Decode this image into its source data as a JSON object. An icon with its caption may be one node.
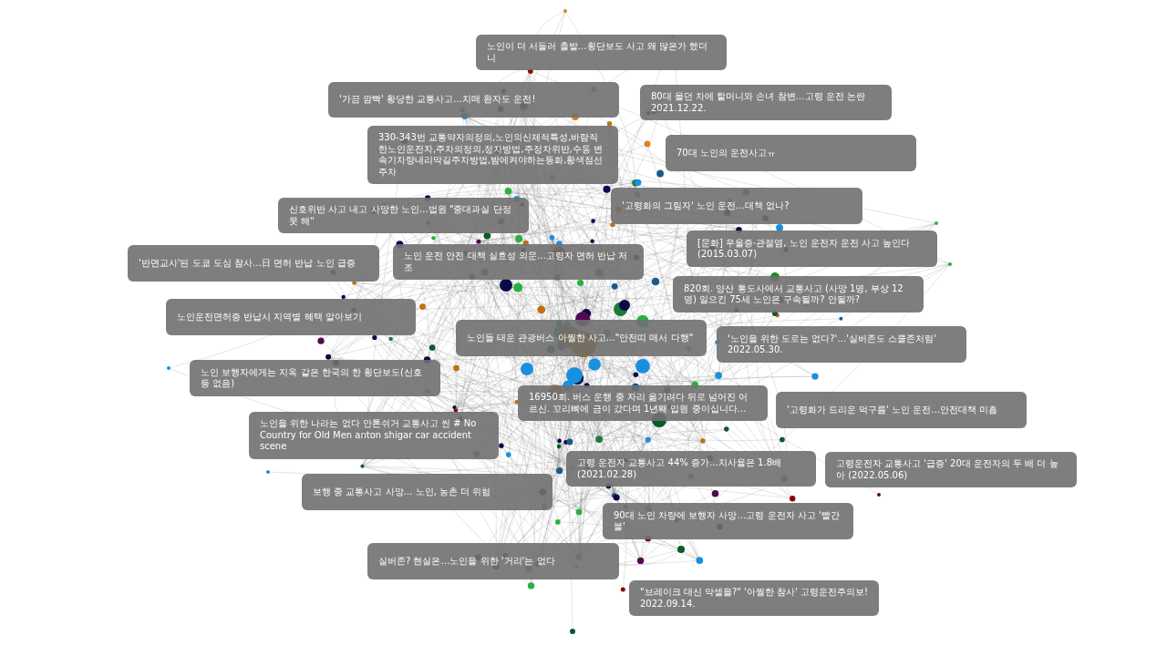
{
  "diagram": {
    "nodes": [
      {
        "text": [
          "노인이 더 서둘러 출발…횡단보도 사고 왜 많은가 했더니"
        ]
      },
      {
        "text": [
          "'가끔 깜빡' 황당한 교통사고…치매 환자도 운전!"
        ]
      },
      {
        "text": [
          "330-343번 교통약자의정의,노인의신체적특성,바람직한노인운전자,주차의정의,정차방법,주정차위반,수동 변속기차량내리막길주차방법,밤에켜야하는등화,황색점선주차"
        ]
      },
      {
        "text": [
          "80대 몰던 차에 할머니와 손녀 참변…고령 운전 논란 2021.12.22."
        ]
      },
      {
        "text": [
          "70대 노인의 운전사고ㅠ"
        ]
      },
      {
        "text": [
          "'고령화의 그림자' 노인 운전…대책 없나?"
        ]
      },
      {
        "text": [
          "신호위반 사고 내고 사망한 노인…법원 \"중대과실 단정 못 해\""
        ]
      },
      {
        "text": [
          "'반면교사'된 도쿄 도심 참사…日 면허 반납 노인 급증"
        ]
      },
      {
        "text": [
          "노인 운전 안전 대책 실효성 의문…고령자 면허 반납 저조"
        ]
      },
      {
        "text": [
          "[문화] 우울증·관절염, 노인 운전자 운전 사고 높인다 (2015.03.07)"
        ]
      },
      {
        "text": [
          "820회. 양산 통도사에서 교통사고 (사망 1명, 부상 12명) 일으킨 75세 노인은 구속될까? 안될까?"
        ]
      },
      {
        "text": [
          "노인운전면허증 반납시 지역별 혜택 알아보기"
        ]
      },
      {
        "text": [
          "노인들 태운 관광버스 아찔한 사고…\"안전띠 매서 다행\""
        ]
      },
      {
        "text": [
          "'노인을 위한 도로는 없다?'…'실버존도 스쿨존처럼' 2022.05.30."
        ]
      },
      {
        "text": [
          "노인 보행자에게는 지옥 같은 한국의 한 횡단보도(신호등 없음)"
        ]
      },
      {
        "text": [
          "16950회. 버스 운행 중 자리 옮기려다 뒤로 넘어진 어르신. 꼬리뼈에 금이 갔다며 1년째 입원 중이십니다…"
        ]
      },
      {
        "text": [
          "'고령화가 드리운 먹구름' 노인 운전…안전대책 미흡"
        ]
      },
      {
        "text": [
          "노인을 위한 나라는 없다 안톤쉬거 교통사고 씬 # No Country for Old Men anton shigar car accident scene"
        ]
      },
      {
        "text": [
          "고령 운전자 교통사고 44% 증가…치사율은 1.8배 (2021.02.28)"
        ]
      },
      {
        "text": [
          "고령운전자 교통사고 '급증' 20대 운전자의 두 배 더 높아 (2022.05.06)"
        ]
      },
      {
        "text": [
          "보행 중 교통사고 사망… 노인, 농촌 더 위험"
        ]
      },
      {
        "text": [
          "90대 노인 차량에 보행자 사망…고령 운전자 사고 '빨간불'"
        ]
      },
      {
        "text": [
          "실버존? 현실은…노인을 위한 '거리'는 없다"
        ]
      },
      {
        "text": [
          "\"브레이크 대신 악셀을?\" '아찔한 참사' 고령운전주의보! 2022.09.14."
        ]
      }
    ]
  }
}
